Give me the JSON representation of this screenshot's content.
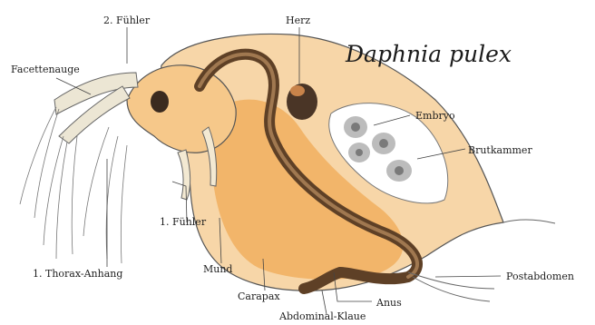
{
  "title": "Daphnia pulex",
  "labels": {
    "second_antenna": "2. Fühler",
    "compound_eye": "Facettenauge",
    "heart": "Herz",
    "embryo": "Embryo",
    "brood_chamber": "Brutkammer",
    "first_antenna": "1. Fühler",
    "first_thoracic_limb": "1. Thorax-Anhang",
    "mouth": "Mund",
    "carapace": "Carapax",
    "postabdomen": "Postabdomen",
    "anus": "Anus",
    "abdominal_claw": "Abdominal-Klaue"
  },
  "colors": {
    "body_fill": "#f6c88a",
    "body_fill_dark": "#f0ac5a",
    "gut": "#6a4a2c",
    "gut_light": "#a07850",
    "outline": "#555555",
    "leader_line": "#444444",
    "eye": "#3a2a1f",
    "egg": "#8c8c8c",
    "limb": "#e8e2d0"
  }
}
